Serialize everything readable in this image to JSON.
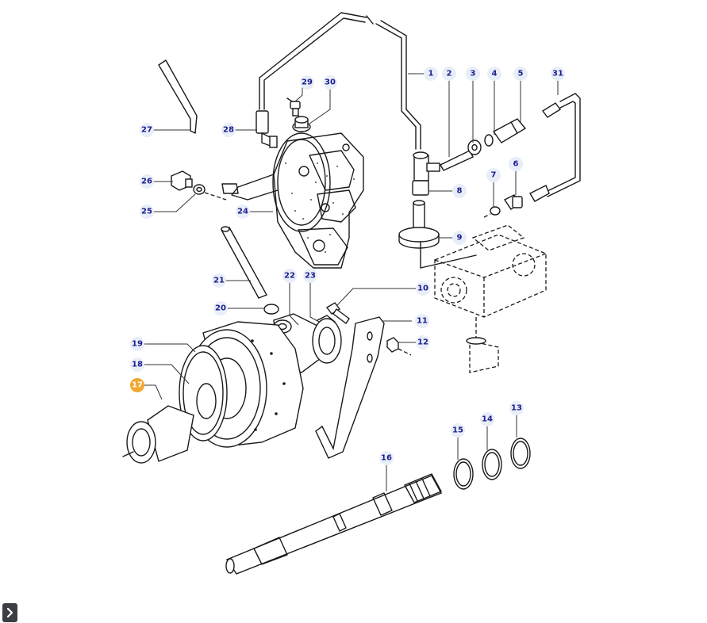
{
  "diagram": {
    "callouts": [
      "1",
      "2",
      "3",
      "4",
      "5",
      "31",
      "29",
      "30",
      "27",
      "28",
      "26",
      "25",
      "24",
      "7",
      "6",
      "8",
      "9",
      "21",
      "22",
      "23",
      "20",
      "10",
      "11",
      "12",
      "19",
      "18",
      "17",
      "13",
      "15",
      "14",
      "16"
    ],
    "highlighted": "17",
    "colors": {
      "label_text": "#1d1d8f",
      "label_bg": "#e8eef8",
      "highlight": "#f0a830",
      "line": "#1a1a1a"
    }
  },
  "controls": {
    "expand_icon": "chevron-right-icon"
  }
}
